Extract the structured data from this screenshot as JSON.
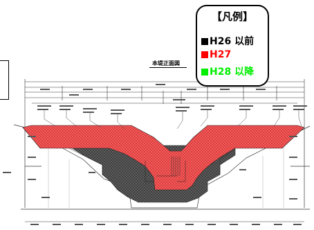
{
  "drawing": {
    "title": "本堤正面図"
  },
  "legend": {
    "title": "【凡例】",
    "items": [
      {
        "label": "H26 以前",
        "color": "#000000"
      },
      {
        "label": "H27",
        "color": "#ff0000"
      },
      {
        "label": "H28 以降",
        "color": "#00ee00"
      }
    ]
  },
  "colors": {
    "h27_fill": "#ee4a4a",
    "earlier_fill": "#4f4f4f",
    "line": "#222222"
  }
}
